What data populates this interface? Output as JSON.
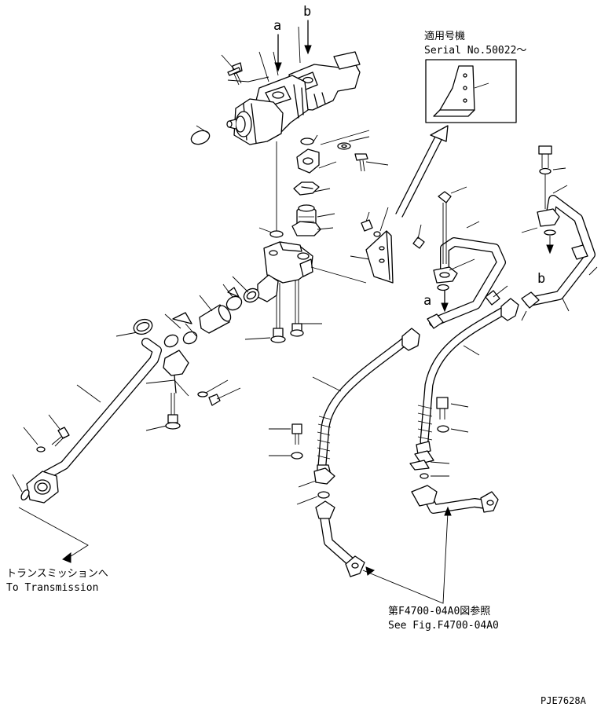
{
  "labels": {
    "callout_a_top": "a",
    "callout_b_top": "b",
    "callout_a_mid": "a",
    "callout_b_mid": "b",
    "serial_jp": "適用号機",
    "serial_en": "Serial No.50022～",
    "to_transmission_jp": "トランスミッションへ",
    "to_transmission_en": "To Transmission",
    "see_fig_jp": "第F4700-04A0図参照",
    "see_fig_en": "See Fig.F4700-04A0",
    "drawing_code": "PJE7628A"
  }
}
